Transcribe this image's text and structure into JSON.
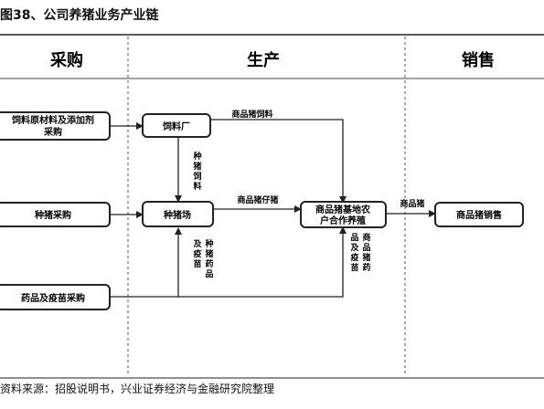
{
  "title": "图38、公司养猪业务产业链",
  "source": "资料来源：招股说明书，兴业证券经济与金融研究院整理",
  "sections": {
    "procurement": "采购",
    "production": "生产",
    "sales": "销售"
  },
  "nodes": {
    "feed_material": [
      "饲料原材料及添加剂",
      "采购"
    ],
    "feed_mill": "饲料厂",
    "breeding_pig": "种猪采购",
    "breeding_farm": "种猪场",
    "vaccine": "药品及疫苗采购",
    "coop_farm": [
      "商品猪基地农",
      "户合作养殖"
    ],
    "pig_sales": "商品猪销售"
  },
  "edges": {
    "commodity_feed": "商品猪饲料",
    "breeding_feed": "种猪饲料",
    "piglets": "商品猪仔猪",
    "breeding_meds": "种猪药品及疫苗",
    "commodity_meds": "商品猪药品及疫苗",
    "commodity_pig": "商品猪"
  }
}
